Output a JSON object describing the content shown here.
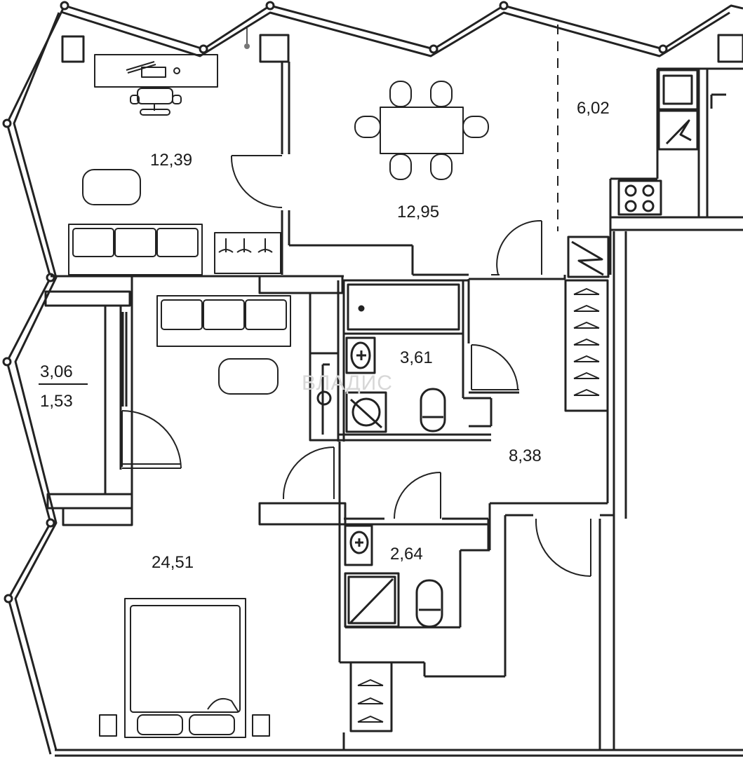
{
  "plan": {
    "rooms": [
      {
        "id": "office",
        "area": "12,39"
      },
      {
        "id": "dining",
        "area": "12,95"
      },
      {
        "id": "kitchen",
        "area": "6,02"
      },
      {
        "id": "living-bedroom",
        "area": "24,51"
      },
      {
        "id": "bathroom",
        "area": "3,61"
      },
      {
        "id": "hall",
        "area": "8,38"
      },
      {
        "id": "wc",
        "area": "2,64"
      }
    ],
    "balcony": {
      "area_total": "3,06",
      "area_reduced": "1,53"
    },
    "watermark": "ВЛАДИС"
  },
  "colors": {
    "wall": "#1a1a1a",
    "line": "#222222",
    "background": "#ffffff"
  }
}
